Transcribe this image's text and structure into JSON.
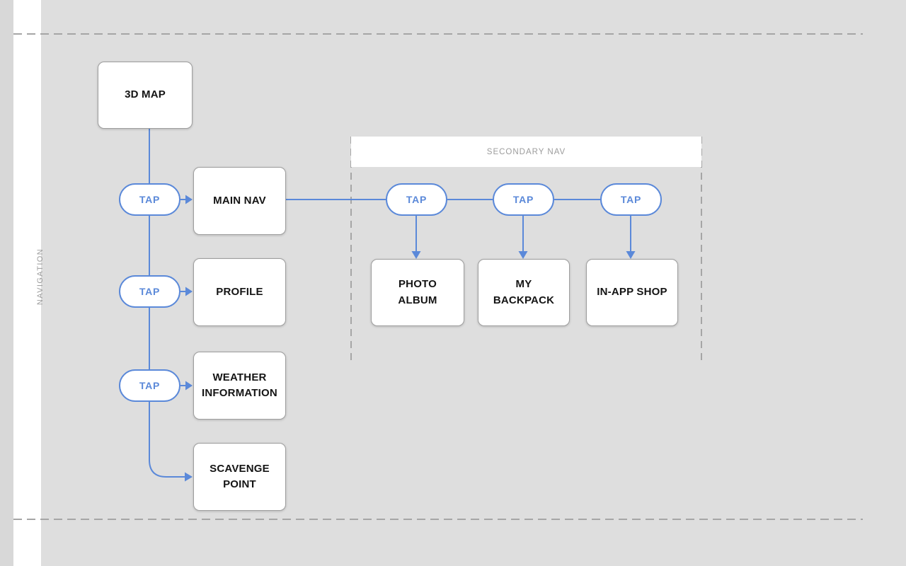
{
  "colors": {
    "accent_blue": "#5b89d9",
    "guide_gray": "#a6a6a6",
    "background": "#dedede",
    "panel_white": "#ffffff",
    "muted_label_gray": "#9c9c9c"
  },
  "sidebar": {
    "label": "NAVIGATION"
  },
  "secondary_nav": {
    "label": "SECONDARY NAV"
  },
  "tap_label": "TAP",
  "nodes": {
    "map_3d": "3D MAP",
    "main_nav": "MAIN NAV",
    "profile": "PROFILE",
    "weather": "WEATHER INFORMATION",
    "scavenge": "SCAVENGE POINT",
    "photo_album": "PHOTO ALBUM",
    "backpack": "MY BACKPACK",
    "shop": "IN-APP SHOP"
  }
}
